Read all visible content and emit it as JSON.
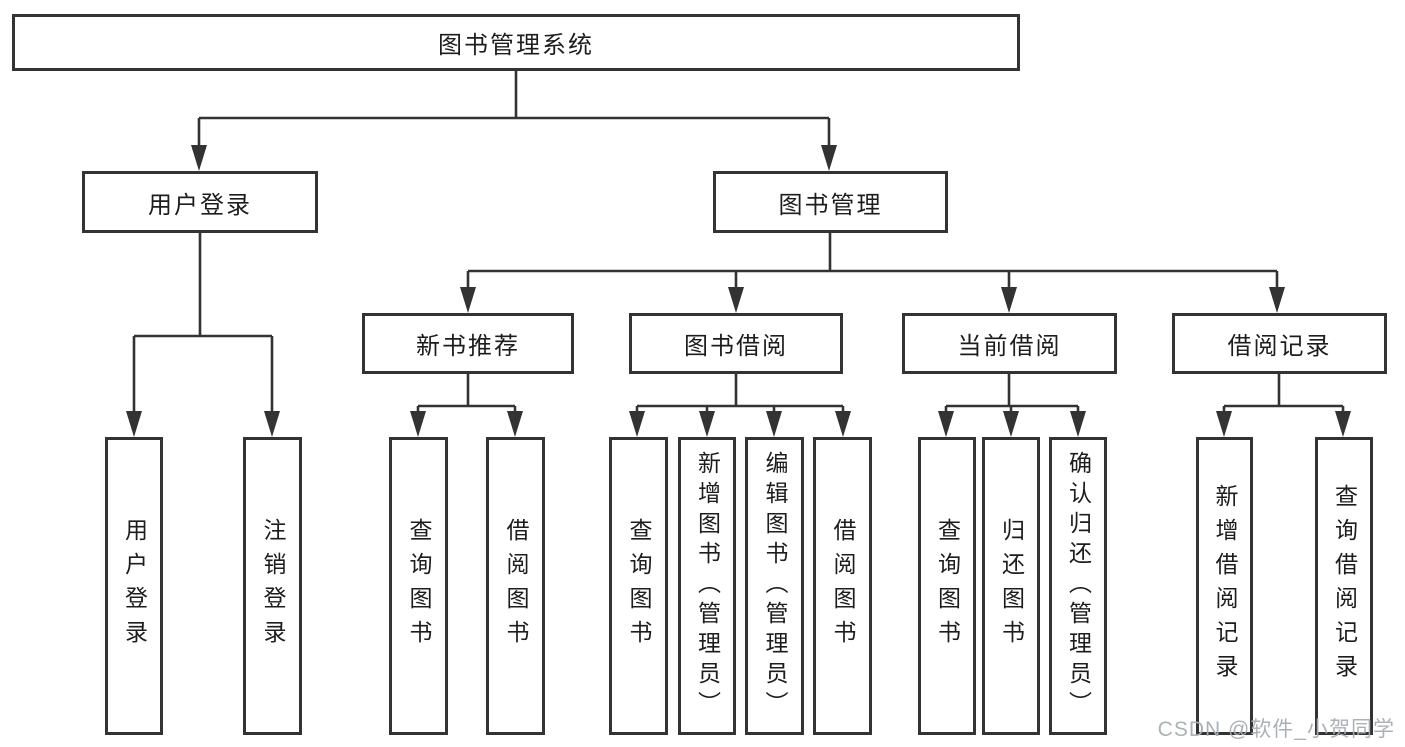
{
  "colors": {
    "line": "#333333",
    "box_border": "#333333",
    "text": "#1d1d1d",
    "background": "#ffffff",
    "watermark": "#a9adb2"
  },
  "watermark": {
    "text": "CSDN @软件_小贺同学"
  },
  "diagram": {
    "type": "hierarchy-tree",
    "root": {
      "label": "图书管理系统"
    },
    "branches": [
      {
        "label": "用户登录",
        "children": [
          {
            "label": "用户登录"
          },
          {
            "label": "注销登录"
          }
        ]
      },
      {
        "label": "图书管理",
        "children": [
          {
            "label": "新书推荐",
            "children": [
              {
                "label": "查询图书"
              },
              {
                "label": "借阅图书"
              }
            ]
          },
          {
            "label": "图书借阅",
            "children": [
              {
                "label": "查询图书"
              },
              {
                "label": "新增图书（管理员）"
              },
              {
                "label": "编辑图书（管理员）"
              },
              {
                "label": "借阅图书"
              }
            ]
          },
          {
            "label": "当前借阅",
            "children": [
              {
                "label": "查询图书"
              },
              {
                "label": "归还图书"
              },
              {
                "label": "确认归还（管理员）"
              }
            ]
          },
          {
            "label": "借阅记录",
            "children": [
              {
                "label": "新增借阅记录"
              },
              {
                "label": "查询借阅记录"
              }
            ]
          }
        ]
      }
    ]
  }
}
